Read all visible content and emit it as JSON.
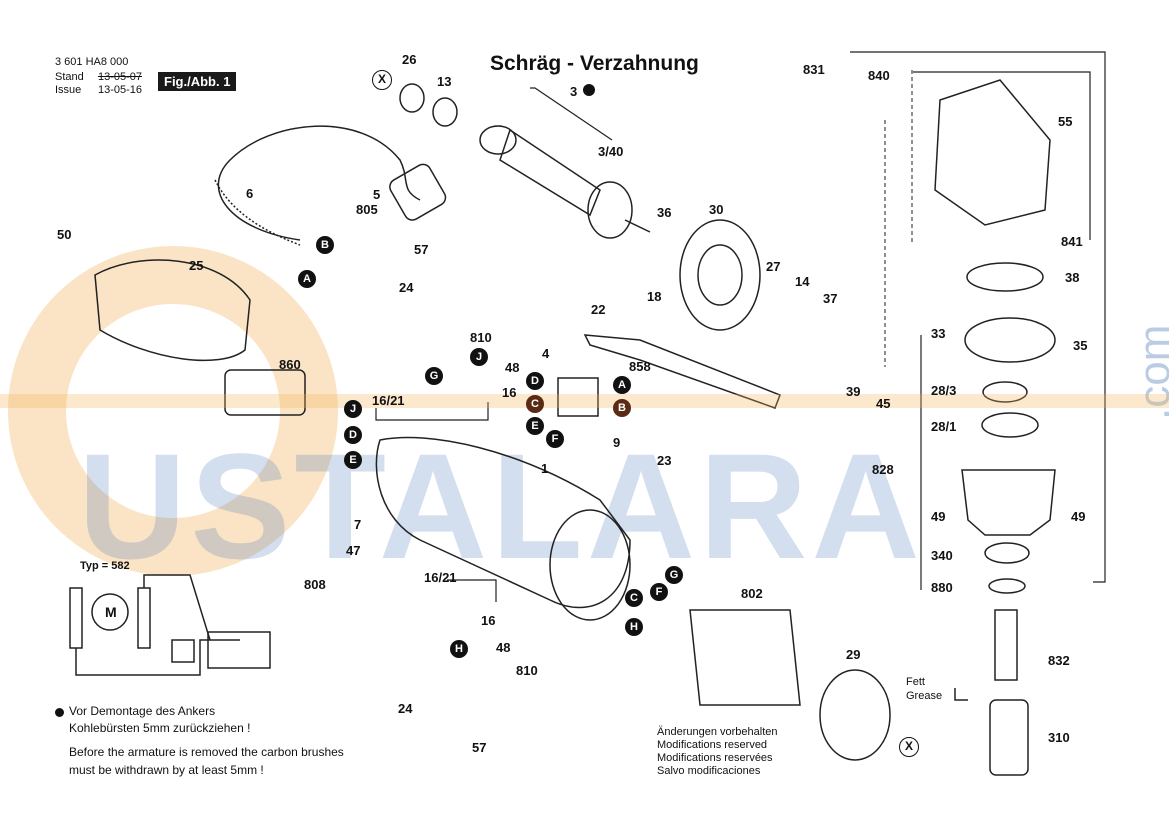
{
  "header": {
    "doc_number": "3 601 HA8 000",
    "stand_label": "Stand",
    "issue_label": "Issue",
    "stand_date": "13-05-07",
    "issue_date": "13-05-16",
    "figure_label": "Fig./Abb. 1"
  },
  "title": "Schräg - Verzahnung",
  "watermark": {
    "text": "USTALARA",
    "suffix": ".com"
  },
  "typ_label": "Typ = 582",
  "notes": {
    "de_line1": "Vor Demontage des Ankers",
    "de_line2": "Kohlebürsten 5mm zurückziehen !",
    "en_line1": "Before the armature is removed the carbon brushes",
    "en_line2": "must be withdrawn by at least 5mm !"
  },
  "modifications": [
    "Änderungen vorbehalten",
    "Modifications reserved",
    "Modifications reservées",
    "Salvo modificaciones"
  ],
  "grease": {
    "de": "Fett",
    "en": "Grease"
  },
  "part_labels": {
    "p26": "26",
    "p13": "13",
    "p3": "3",
    "p3_40": "3/40",
    "p6": "6",
    "p5": "5",
    "p805": "805",
    "p36": "36",
    "p30": "30",
    "p50": "50",
    "p25": "25",
    "p57a": "57",
    "p24a": "24",
    "p810a": "810",
    "p48a": "48",
    "p22": "22",
    "p18": "18",
    "p27": "27",
    "p14": "14",
    "p37": "37",
    "p39": "39",
    "p45": "45",
    "p860": "860",
    "p16_21a": "16/21",
    "p16a": "16",
    "p4": "4",
    "p858": "858",
    "p9": "9",
    "p1": "1",
    "p23": "23",
    "p7": "7",
    "p47": "47",
    "p808": "808",
    "p16_21b": "16/21",
    "p16b": "16",
    "p48b": "48",
    "p810b": "810",
    "p24b": "24",
    "p57b": "57",
    "p802": "802",
    "p29": "29",
    "p831": "831",
    "p840": "840",
    "p55": "55",
    "p841": "841",
    "p38": "38",
    "p33": "33",
    "p35": "35",
    "p28_3": "28/3",
    "p28_1": "28/1",
    "p828": "828",
    "p49a": "49",
    "p49b": "49",
    "p340": "340",
    "p880": "880",
    "p832": "832",
    "p310": "310"
  },
  "markers": {
    "A": "A",
    "B": "B",
    "C": "C",
    "D": "D",
    "E": "E",
    "F": "F",
    "G": "G",
    "H": "H",
    "J": "J",
    "X": "X",
    "M": "M"
  },
  "colors": {
    "ink": "#111111",
    "watermark_blue": "#3a6fb5",
    "watermark_orange": "#f2b25a",
    "badge_brown": "#5a2a14"
  }
}
